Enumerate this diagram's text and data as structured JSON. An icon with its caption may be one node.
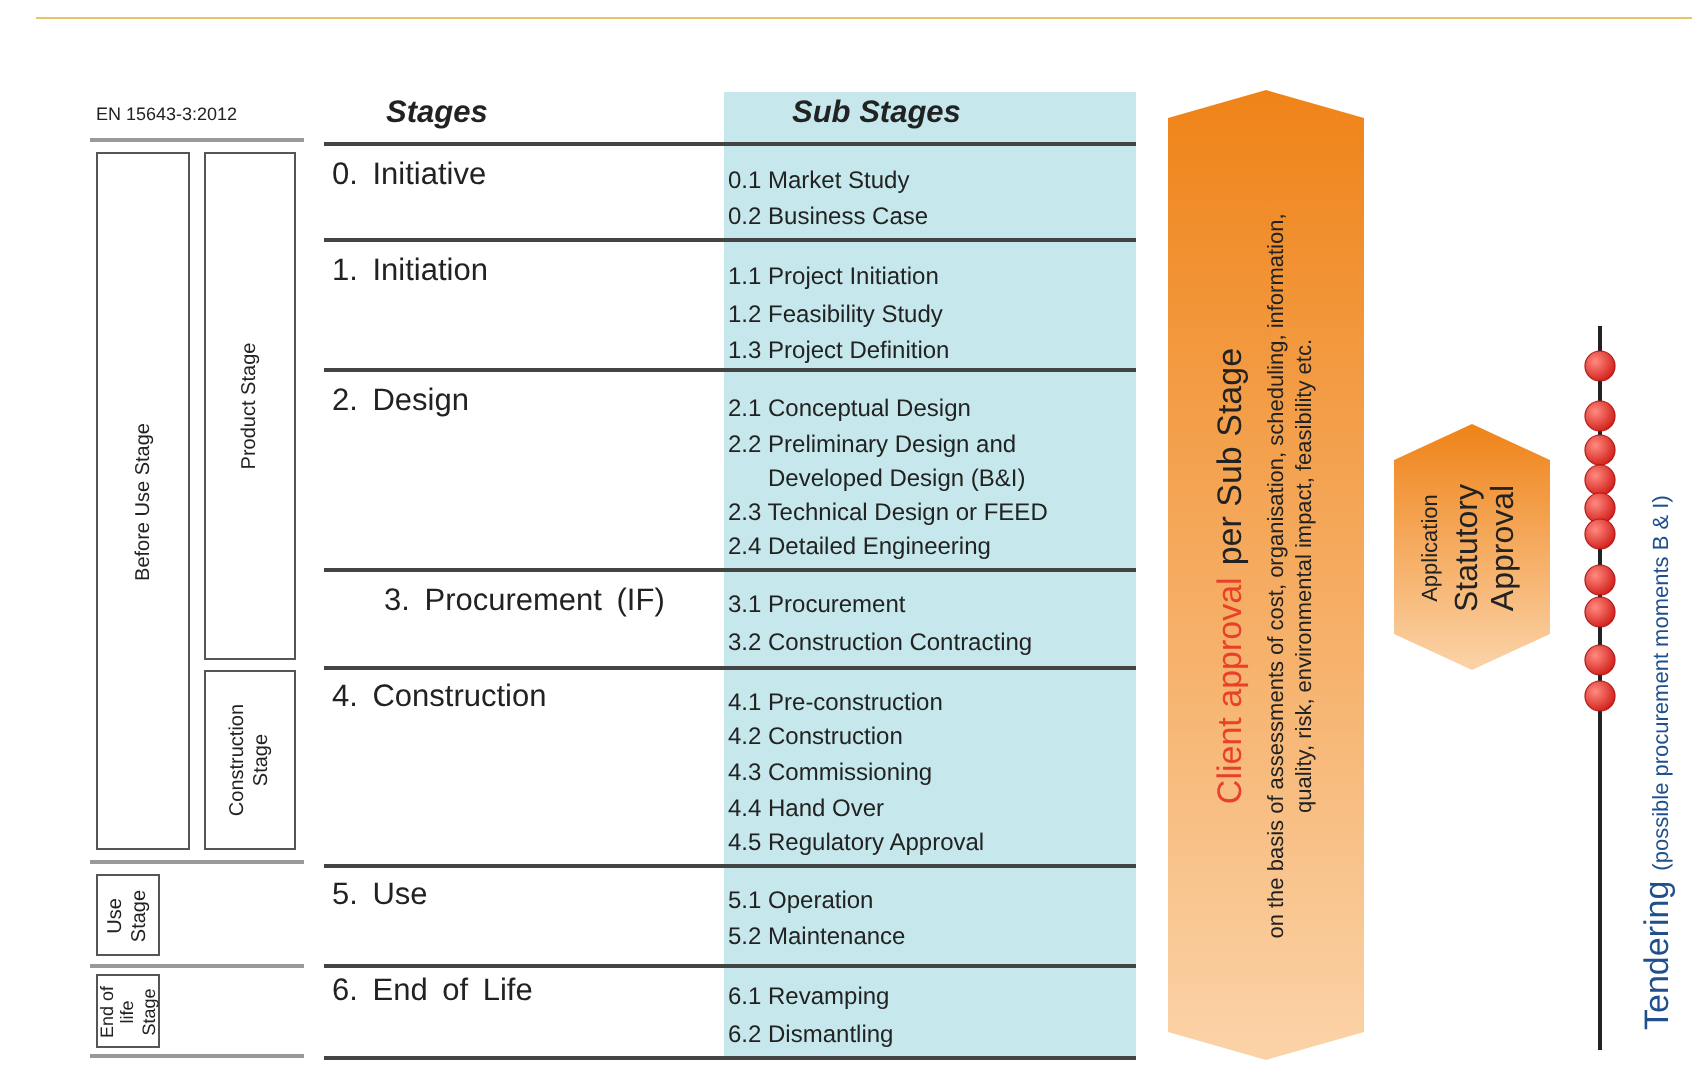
{
  "diagram": {
    "nodes": [
      {
        "text": [
          "Before Use Stage"
        ]
      },
      {
        "text": [
          "Product Stage"
        ]
      },
      {
        "text": [
          "Construction Stage"
        ]
      },
      {
        "text": [
          "Use Stage"
        ]
      },
      {
        "text": [
          "End of life Stage"
        ]
      },
      {
        "text": [
          "Client approval",
          "per Sub Stage",
          "on the basis of assessments of cost, organisation, scheduling, information, quality, risk, environmental impact, feasibility etc."
        ]
      },
      {
        "text": [
          "Application",
          "Statutory Approval"
        ]
      }
    ],
    "labels": [
      "EN 15643-3:2012",
      "Stages",
      "Sub Stages",
      "0. Initiative",
      "0.1 Market Study",
      "0.2 Business Case",
      "1. Initiation",
      "1.1 Project Initiation",
      "1.2 Feasibility Study",
      "1.3 Project Definition",
      "2. Design",
      "2.1 Conceptual Design",
      "2.2 Preliminary Design and Developed Design (B&I)",
      "2.3 Technical Design or FEED",
      "2.4 Detailed Engineering",
      "3. Procurement (IF)",
      "3.1 Procurement",
      "3.2 Construction Contracting",
      "4. Construction",
      "4.1 Pre-construction",
      "4.2 Construction",
      "4.3 Commissioning",
      "4.4 Hand Over",
      "4.5 Regulatory Approval",
      "5. Use",
      "5.1 Operation",
      "5.2 Maintenance",
      "6. End of Life",
      "6.1 Revamping",
      "6.2 Dismantling",
      "Tendering",
      "(possible procurement moments B & I)"
    ]
  }
}
